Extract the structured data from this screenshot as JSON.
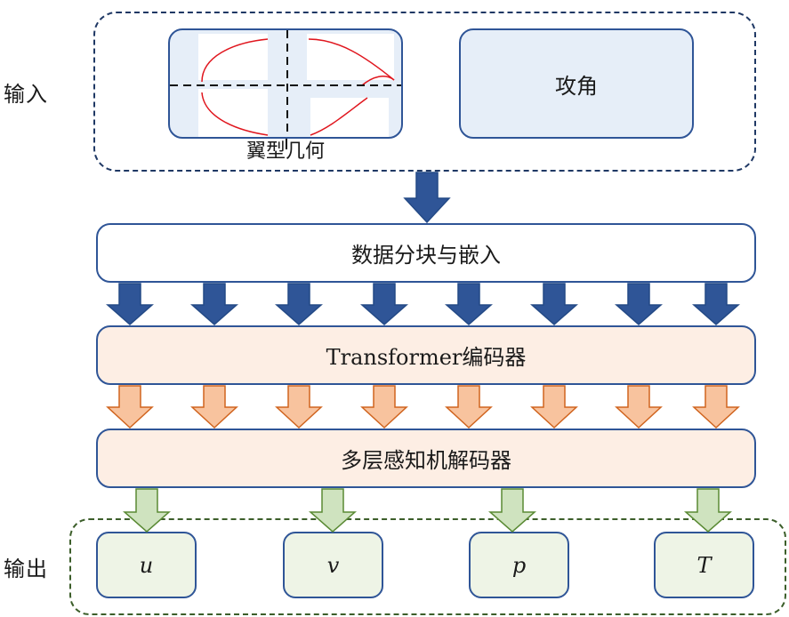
{
  "labels": {
    "input": "输入",
    "output": "输出"
  },
  "input_group": {
    "airfoil_caption": "翼型几何",
    "angle_of_attack": "攻角"
  },
  "stages": {
    "patch_embedding": "数据分块与嵌入",
    "encoder": "Transformer编码器",
    "decoder": "多层感知机解码器"
  },
  "outputs": [
    "u",
    "v",
    "p",
    "T"
  ],
  "arrow_counts": {
    "embedding_to_encoder": 8,
    "encoder_to_decoder": 8,
    "decoder_to_output": 4
  },
  "colors": {
    "navy": "#2F5597",
    "dark_navy_dash": "#1F3864",
    "input_fill": "#E6EEF8",
    "stage_fill": "#FDEEE4",
    "blue_arrow": "#2F5597",
    "orange_arrow_fill": "#F8C39E",
    "orange_arrow_stroke": "#D0641E",
    "green_arrow_fill": "#CFE3BF",
    "green_arrow_stroke": "#5A8A34",
    "output_fill": "#EEF4E6",
    "output_dash": "#3C5E2A",
    "airfoil_curve": "#E0161E"
  }
}
